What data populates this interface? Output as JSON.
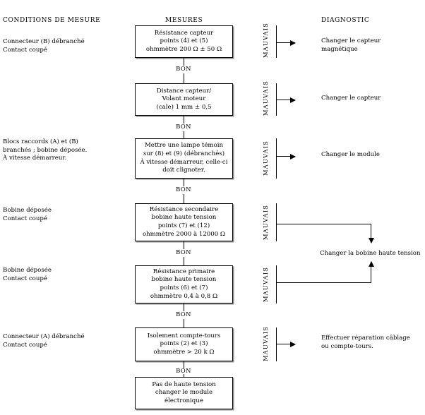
{
  "headers": {
    "conditions": "CONDITIONS DE MESURE",
    "mesures": "MESURES",
    "diagnostic": "DIAGNOSTIC"
  },
  "labels": {
    "bon": "BON",
    "mauvais": "MAUVAIS"
  },
  "steps": [
    {
      "condition": "Connecteur (B) débranché\nContact coupé",
      "measure": "Résistance capteur\npoints (4) et (5)\nohmmètre 200 Ω ± 50  Ω",
      "diagnostic": "Changer le capteur\nmagnétique",
      "bon": "BON"
    },
    {
      "condition": "",
      "measure": "Distance capteur/\nVolant moteur\n(cale) 1 mm ± 0,5",
      "diagnostic": "Changer le capteur",
      "bon": "BON"
    },
    {
      "condition": "Blocs raccords (A) et (B)\nbranchés ; bobine déposée.\nÀ vitesse démarreur.",
      "measure": "Mettre une lampe témoin\nsur (8) et (9) (débranchés)\nÀ vitesse démarreur, celle-ci\ndoit clignoter.",
      "diagnostic": "Changer le module",
      "bon": "BON"
    },
    {
      "condition": "Bobine déposée\nContact coupé",
      "measure": "Résistance secondaire\nbobine haute tension\npoints (7) et (12)\nohmmètre 2000 à 12000  Ω",
      "diagnostic": "",
      "bon": "BON"
    },
    {
      "condition": "Bobine déposée\nContact coupé",
      "measure": "Résistance primaire\nbobine haute tension\npoints (6) et (7)\nohmmètre 0,4 à 0,8 Ω",
      "diagnostic": "",
      "bon": "BON"
    },
    {
      "condition": "Connecteur (A) débranché\nContact coupé",
      "measure": "Isolement compte-tours\npoints (2) et (3)\nohmmètre > 20 k Ω",
      "diagnostic": "Effectuer réparation câblage\nou compte-tours.",
      "bon": "BON"
    },
    {
      "condition": "",
      "measure": "Pas de haute tension\nchanger le module\nélectronique",
      "diagnostic": "",
      "bon": ""
    }
  ],
  "shared_diagnostic": {
    "label": "Changer la bobine haute tension"
  },
  "colors": {
    "line": "#000000",
    "shadow": "#8f8f8f",
    "background": "#ffffff"
  }
}
